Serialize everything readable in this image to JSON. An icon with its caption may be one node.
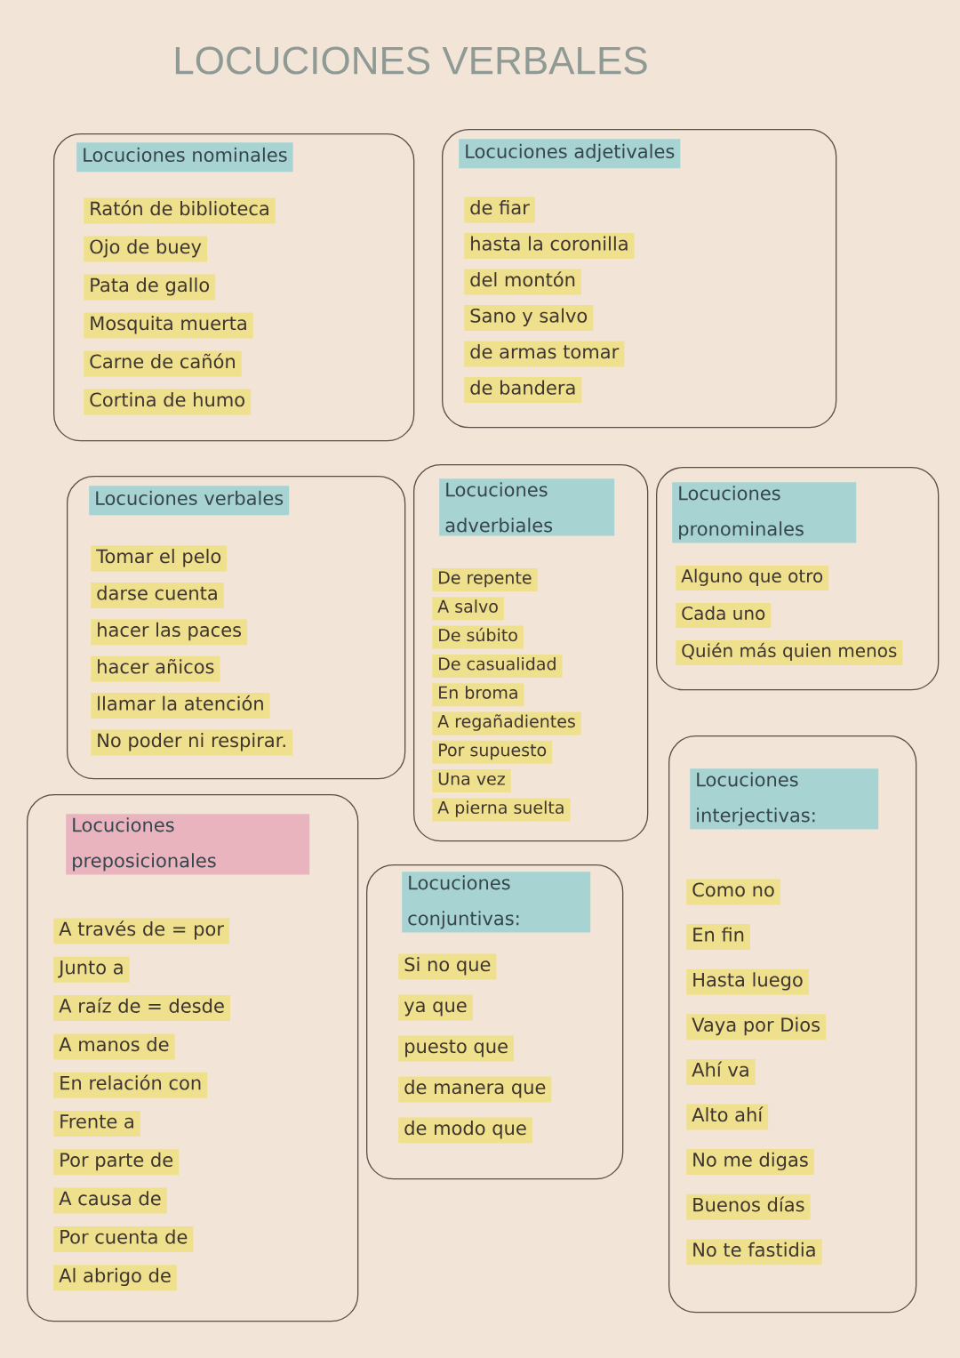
{
  "diagram": {
    "title": "LOCUCIONES VERBALES",
    "nodes": [
      {
        "text": [
          "Locuciones nominales",
          "Ratón de biblioteca",
          "Ojo de buey",
          "Pata de gallo",
          "Mosquita muerta",
          "Carne de cañón",
          "Cortina de humo"
        ]
      },
      {
        "text": [
          "Locuciones adjetivales",
          "de fiar",
          "hasta la coronilla",
          "del montón",
          "Sano y salvo",
          "de armas tomar",
          "de bandera"
        ]
      },
      {
        "text": [
          "Locuciones verbales",
          "Tomar el pelo",
          "darse cuenta",
          "hacer las paces",
          "hacer añicos",
          "llamar la atención",
          "No poder ni respirar."
        ]
      },
      {
        "text": [
          "Locuciones adverbiales",
          "De repente",
          "A salvo",
          "De súbito",
          "De casualidad",
          "En broma",
          "A regañadientes",
          "Por supuesto",
          "Una vez",
          "A pierna suelta"
        ]
      },
      {
        "text": [
          "Locuciones pronominales",
          "Alguno que otro",
          "Cada uno",
          "Quién más quien menos"
        ]
      },
      {
        "text": [
          "Locuciones preposicionales",
          "A través de = por",
          "Junto a",
          "A raíz de = desde",
          "A manos de",
          "En relación con",
          "Frente a",
          "Por parte de",
          "A causa de",
          "Por cuenta de",
          "Al abrigo de"
        ]
      },
      {
        "text": [
          "Locuciones conjuntivas:",
          "Si no que",
          "ya que",
          "puesto que",
          "de manera que",
          "de modo que"
        ]
      },
      {
        "text": [
          "Locuciones interjectivas:",
          "Como no",
          "En fin",
          "Hasta luego",
          "Vaya por Dios",
          "Ahí va",
          "Alto ahí",
          "No me digas",
          "Buenos días",
          "No te fastidia"
        ]
      }
    ]
  }
}
